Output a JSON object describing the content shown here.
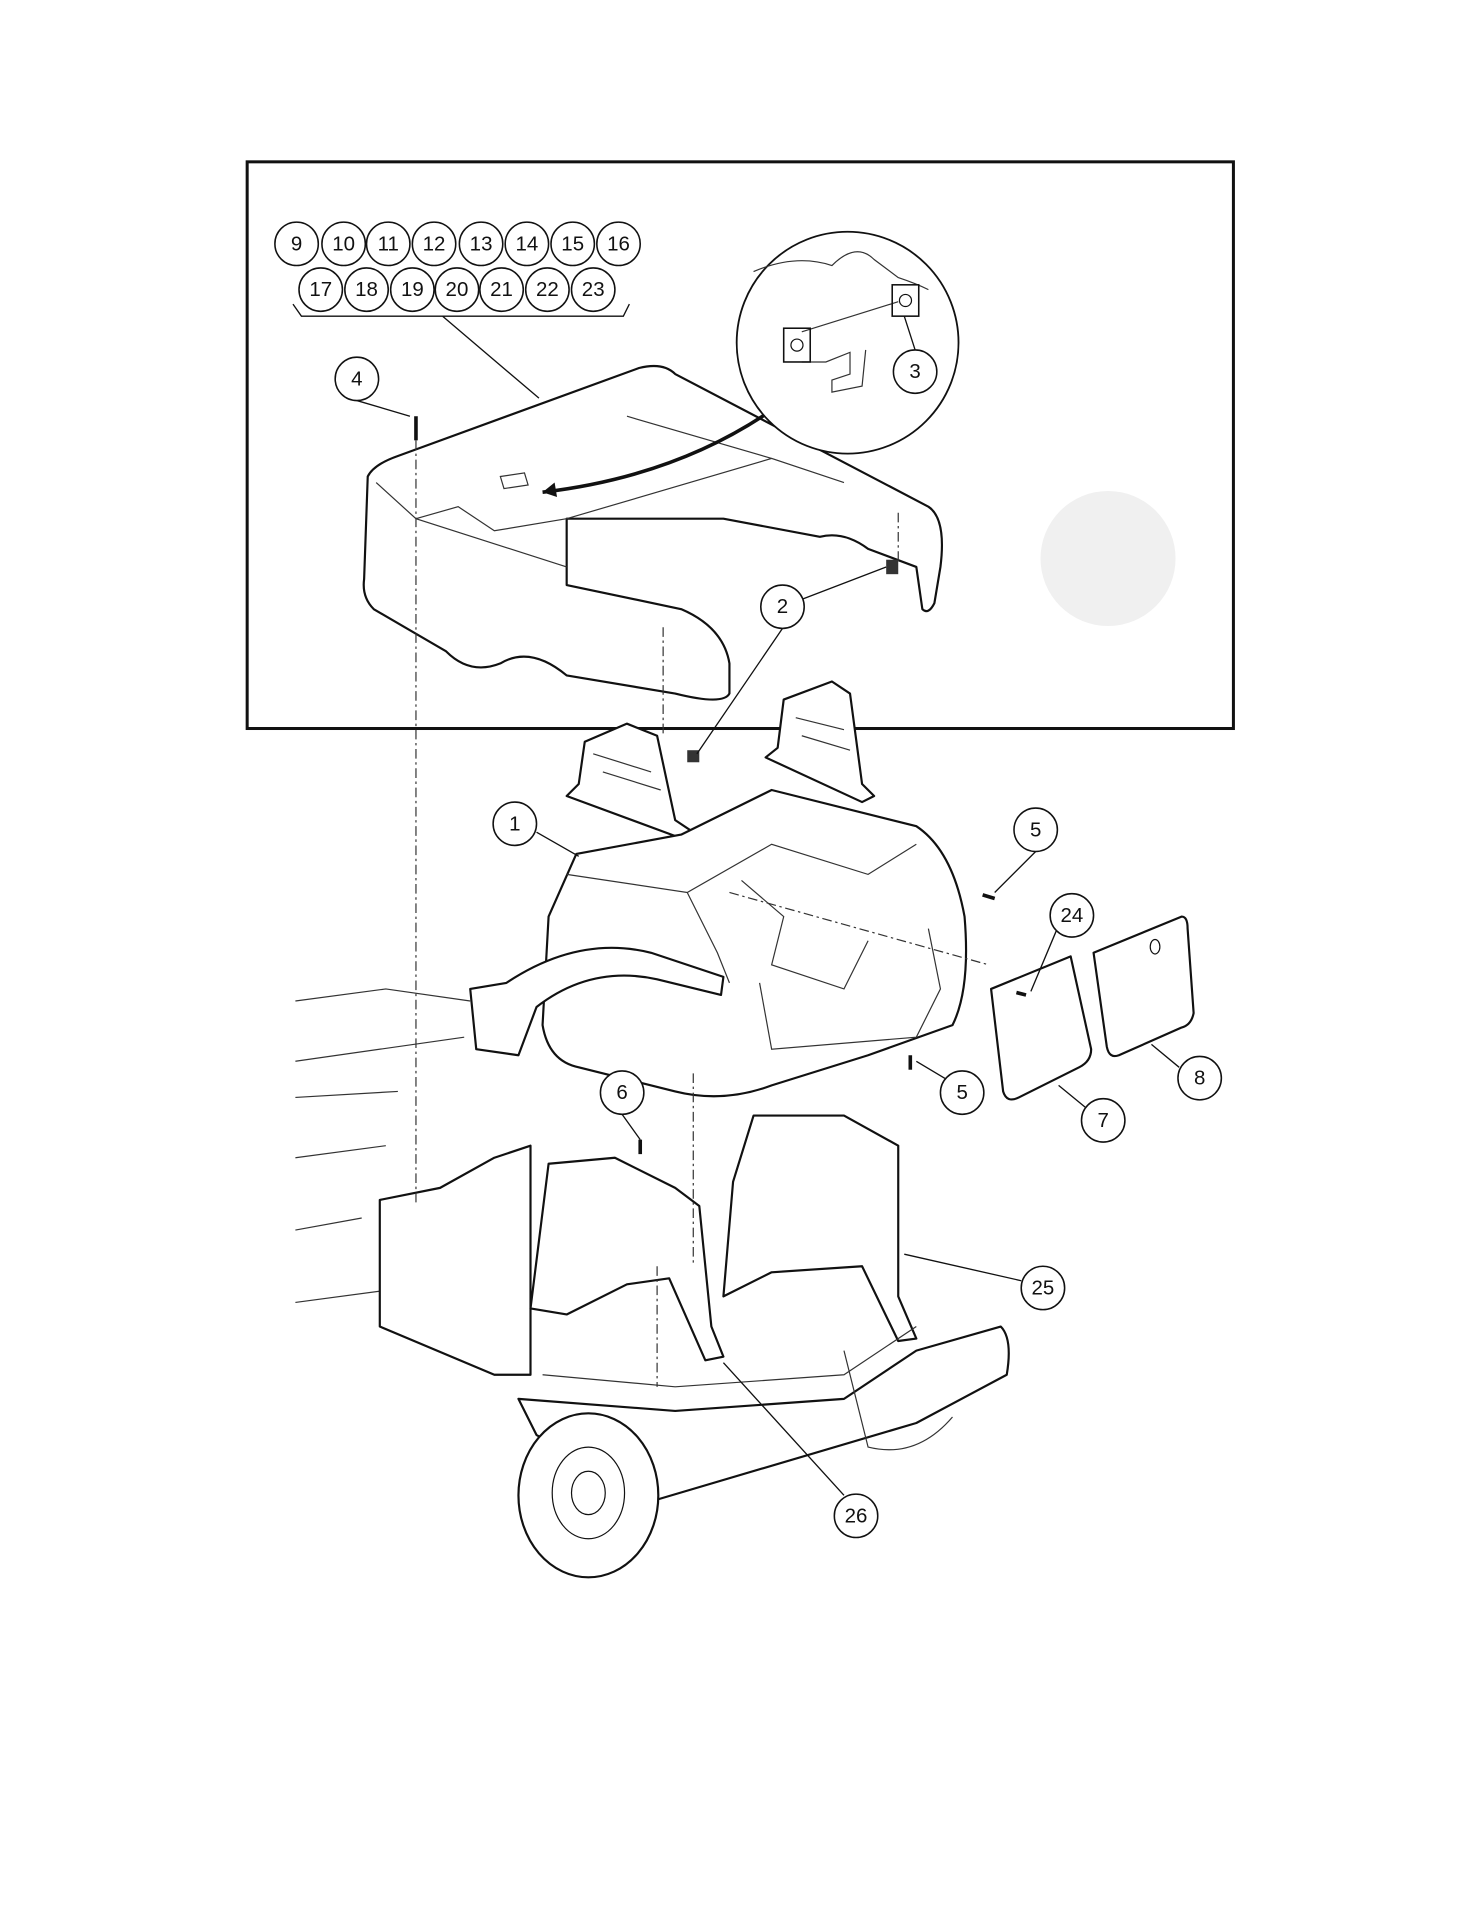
{
  "diagram": {
    "inset_callouts_row1": [
      "9",
      "10",
      "11",
      "12",
      "13",
      "14",
      "15",
      "16"
    ],
    "inset_callouts_row2": [
      "17",
      "18",
      "19",
      "20",
      "21",
      "22",
      "23"
    ],
    "callouts": {
      "c1": "1",
      "c2": "2",
      "c3": "3",
      "c4": "4",
      "c5a": "5",
      "c5b": "5",
      "c6": "6",
      "c7": "7",
      "c8": "8",
      "c24": "24",
      "c25": "25",
      "c26": "26"
    },
    "colors": {
      "line": "#111111",
      "watermark_circle": "#f0f0f0"
    }
  }
}
